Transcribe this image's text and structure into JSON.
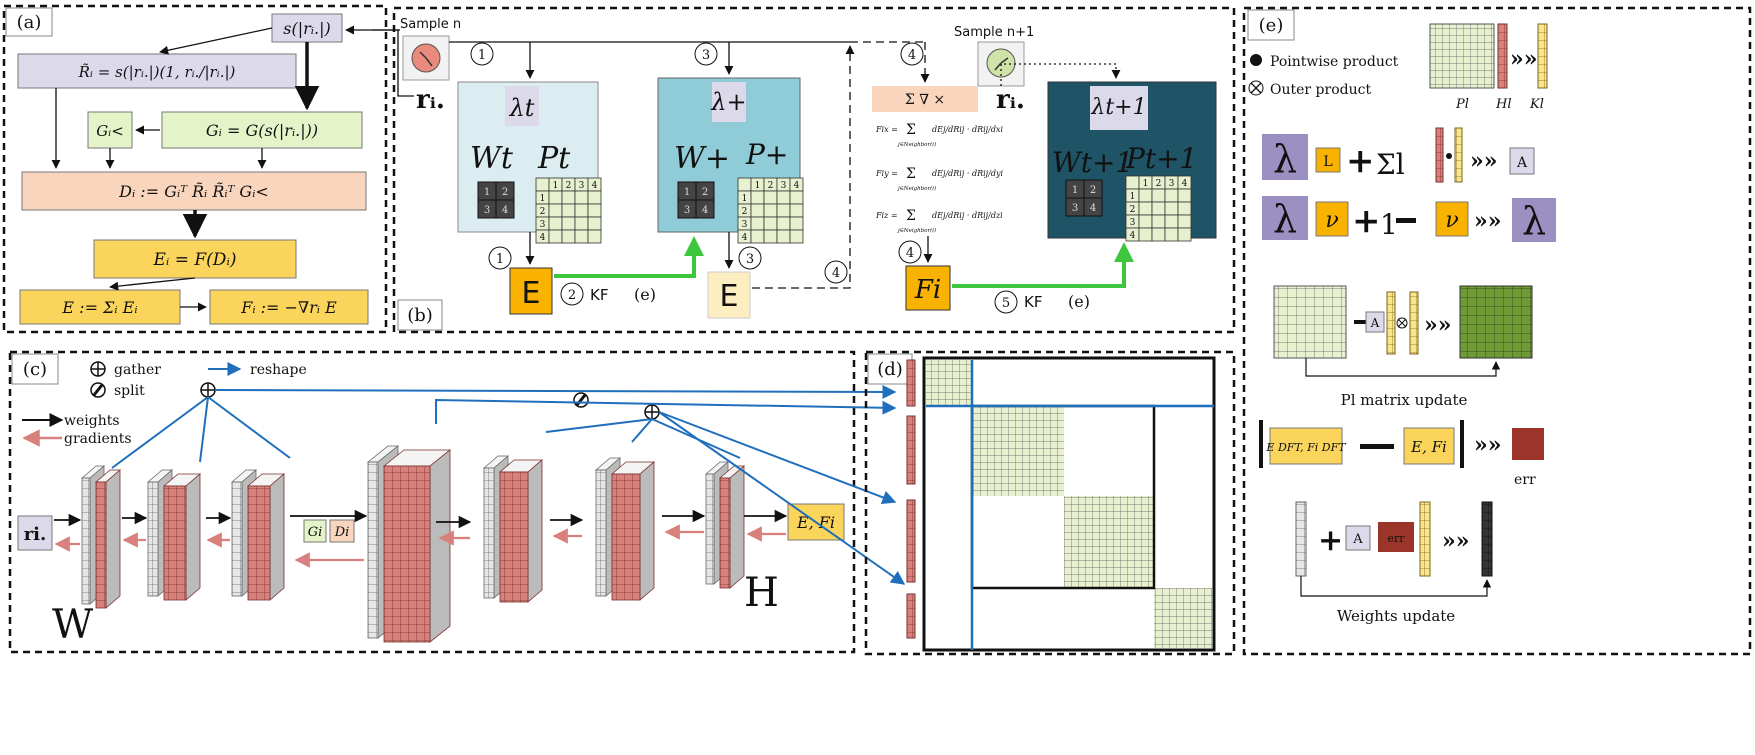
{
  "panels": {
    "a": {
      "label": "(a)",
      "s_box": "s(|rᵢ.|)",
      "r_tilde": "R̃ᵢ = s(|rᵢ.|)(1, rᵢ./|rᵢ.|)",
      "g_small": "Gᵢ<",
      "g_def": "Gᵢ = G(s(|rᵢ.|))",
      "d_def": "Dᵢ := Gᵢᵀ R̃ᵢ R̃ᵢᵀ Gᵢ<",
      "e_def": "Eᵢ = F(Dᵢ)",
      "e_sum": "E := Σᵢ Eᵢ",
      "f_def": "Fᵢ := −∇rᵢ E"
    },
    "b": {
      "label": "(b)",
      "sample_n": "Sample n",
      "sample_n1": "Sample n+1",
      "r_label": "rᵢ.",
      "step1": "1",
      "step2": "2",
      "step3": "3",
      "step4": "4",
      "step5": "5",
      "lambda_t": "λt",
      "w_t": "Wt",
      "p_t": "Pt",
      "lambda_plus": "λ+",
      "w_plus": "W+",
      "p_plus": "P+",
      "lambda_t1": "λt+1",
      "w_t1": "Wt+1",
      "p_t1": "Pt+1",
      "mat_cols": [
        "1",
        "2",
        "3",
        "4"
      ],
      "mat_rows": [
        "1",
        "2",
        "3",
        "4"
      ],
      "w_cells": [
        "1",
        "2",
        "3",
        "4"
      ],
      "e_box": "E",
      "e_box2": "E",
      "kf": "KF",
      "e_ref": "(e)",
      "ops": "Σ   ∇   ×",
      "fi_box": "Fi",
      "eq_fix": "Fix =",
      "eq_fiy": "Fiy =",
      "eq_fiz": "Fiz =",
      "eq_sum": "Σ",
      "eq_sub": "j∈Neighbor(i)",
      "eq_x": "dEj/dRij · dRij/dxi",
      "eq_y": "dEj/dRij · dRij/dyi",
      "eq_z": "dEj/dRij · dRij/dzi"
    },
    "c": {
      "label": "(c)",
      "legend_gather": "gather",
      "legend_split": "split",
      "legend_reshape": "reshape",
      "legend_weights": "weights",
      "legend_gradients": "gradients",
      "input": "ri.",
      "g_tag": "Gi",
      "d_tag": "Di",
      "output": "E, Fi",
      "w_label": "W",
      "h_label": "H"
    },
    "d": {
      "label": "(d)"
    },
    "e": {
      "label": "(e)",
      "pointwise": "Pointwise product",
      "outer": "Outer product",
      "p_l": "Pl",
      "h_l": "Hl",
      "k_l": "Kl",
      "lambda": "λ",
      "L": "L",
      "sum_l": "Σl",
      "A": "A",
      "nu": "ν",
      "one": "1",
      "p_update": "Pl matrix update",
      "e_dft": "E DFT, Fi DFT",
      "e_fi": "E, Fi",
      "err": "err",
      "weights_update": "Weights update",
      "arrow": "»»"
    }
  },
  "colors": {
    "lavender": "#dcd9ea",
    "light_green": "#e4f4c8",
    "peach": "#f9d5bd",
    "gold": "#fbd45c",
    "orange": "#f9b200",
    "light_blue": "#dcedf2",
    "mid_blue": "#8fccd7",
    "teal": "#1e5466",
    "salmon": "#d8807b",
    "grid_green": "#e7f0cf",
    "dark_green": "#6f9a36",
    "purple": "#9c90c3",
    "err_red": "#9b3529",
    "arrow_blue": "#1f6fbd",
    "arrow_green": "#3ec73e"
  }
}
